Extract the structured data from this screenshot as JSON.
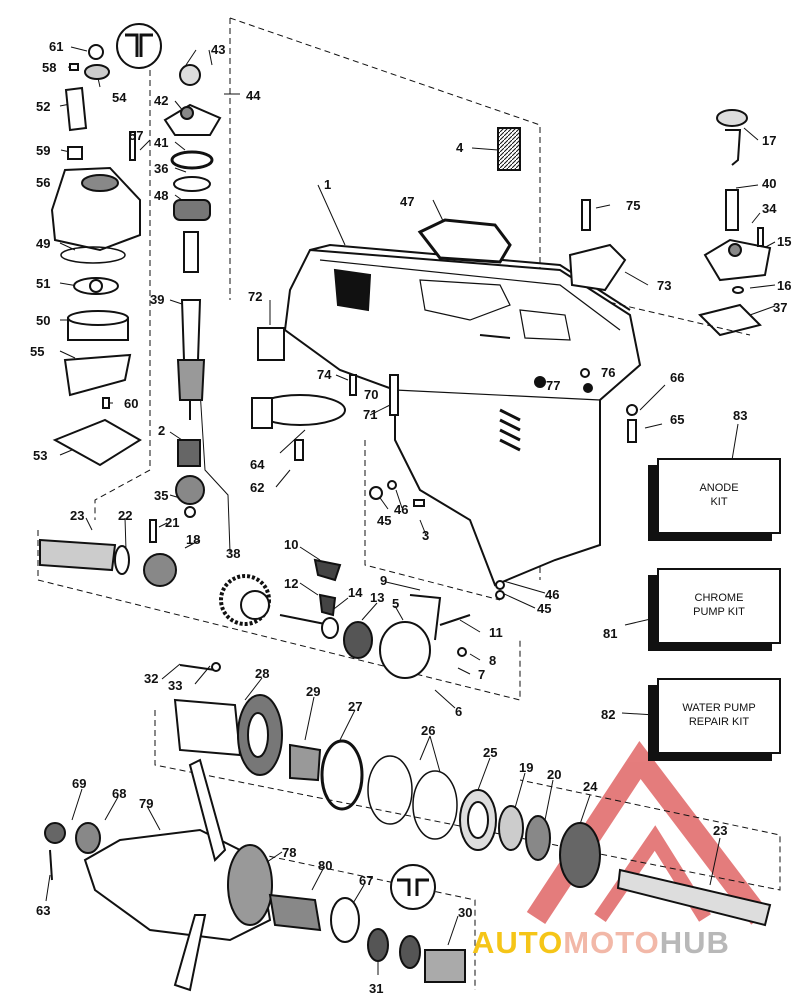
{
  "callouts": {
    "n1": "1",
    "n2": "2",
    "n3": "3",
    "n4": "4",
    "n5": "5",
    "n6": "6",
    "n7": "7",
    "n8": "8",
    "n9": "9",
    "n10": "10",
    "n11": "11",
    "n12": "12",
    "n13": "13",
    "n14": "14",
    "n15": "15",
    "n16": "16",
    "n17": "17",
    "n18": "18",
    "n19": "19",
    "n20": "20",
    "n21": "21",
    "n22": "22",
    "n23a": "23",
    "n23b": "23",
    "n24": "24",
    "n25": "25",
    "n26": "26",
    "n27": "27",
    "n28": "28",
    "n29": "29",
    "n30": "30",
    "n31": "31",
    "n32": "32",
    "n33": "33",
    "n34": "34",
    "n35": "35",
    "n36": "36",
    "n37": "37",
    "n38": "38",
    "n39": "39",
    "n40": "40",
    "n41": "41",
    "n42": "42",
    "n43": "43",
    "n44": "44",
    "n45a": "45",
    "n45b": "45",
    "n46a": "46",
    "n46b": "46",
    "n47": "47",
    "n48": "48",
    "n49": "49",
    "n50": "50",
    "n51": "51",
    "n52": "52",
    "n53": "53",
    "n54": "54",
    "n55": "55",
    "n56": "56",
    "n57": "57",
    "n58": "58",
    "n59": "59",
    "n60": "60",
    "n61": "61",
    "n62": "62",
    "n63": "63",
    "n64": "64",
    "n65": "65",
    "n66": "66",
    "n67": "67",
    "n68": "68",
    "n69": "69",
    "n70": "70",
    "n71": "71",
    "n72": "72",
    "n73": "73",
    "n74": "74",
    "n75": "75",
    "n76": "76",
    "n77": "77",
    "n78": "78",
    "n79": "79",
    "n80": "80",
    "n81": "81",
    "n82": "82",
    "n83": "83"
  },
  "kits": {
    "anode": "ANODE\nKIT",
    "chrome": "CHROME\nPUMP KIT",
    "waterpump": "WATER PUMP\nREPAIR KIT"
  },
  "watermark": {
    "part1": "AUTO",
    "part2": "MOTO",
    "part3": "HUB"
  }
}
